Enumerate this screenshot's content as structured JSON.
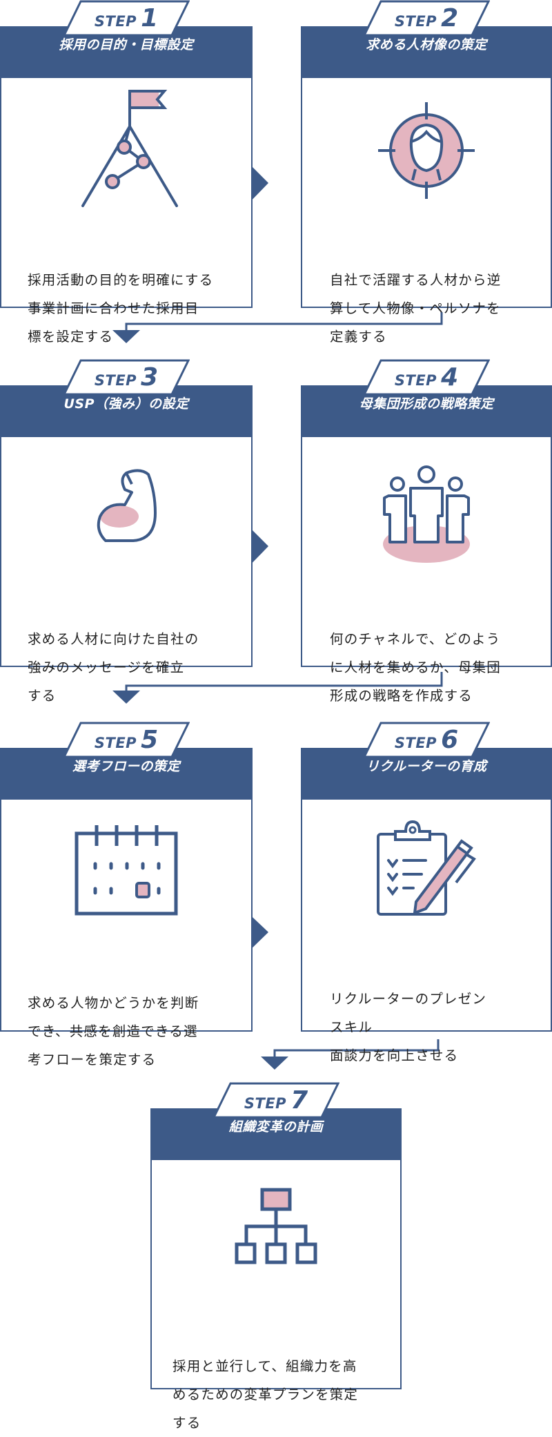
{
  "colors": {
    "accent": "#3d5a88",
    "pink": "#e4b5c0"
  },
  "step_word": "STEP",
  "steps": [
    {
      "num": "1",
      "title": "採用の目的・目標設定",
      "icon": "flag-summit-icon",
      "lines": [
        "採用活動の目的を明確にする",
        "事業計画に合わせた採用目",
        "標を設定する"
      ]
    },
    {
      "num": "2",
      "title": "求める人材像の策定",
      "icon": "target-person-icon",
      "lines": [
        "自社で活躍する人材から逆",
        "算して人物像・ペルソナを",
        "定義する"
      ]
    },
    {
      "num": "3",
      "title": "USP（強み）の設定",
      "icon": "flexed-arm-icon",
      "lines": [
        "求める人材に向けた自社の",
        "強みのメッセージを確立",
        "する"
      ]
    },
    {
      "num": "4",
      "title": "母集団形成の戦略策定",
      "icon": "group-people-icon",
      "lines": [
        "何のチャネルで、どのよう",
        "に人材を集めるか、母集団",
        "形成の戦略を作成する"
      ]
    },
    {
      "num": "5",
      "title": "選考フローの策定",
      "icon": "calendar-icon",
      "lines": [
        "求める人物かどうかを判断",
        "でき、共感を創造できる選",
        "考フローを策定する"
      ]
    },
    {
      "num": "6",
      "title": "リクルーターの育成",
      "icon": "clipboard-pencil-icon",
      "lines": [
        "リクルーターのプレゼン",
        "スキル",
        "面談力を向上させる"
      ]
    },
    {
      "num": "7",
      "title": "組織変革の計画",
      "icon": "org-chart-icon",
      "lines": [
        "採用と並行して、組織力を高",
        "めるための変革プランを策定",
        "する"
      ]
    }
  ]
}
